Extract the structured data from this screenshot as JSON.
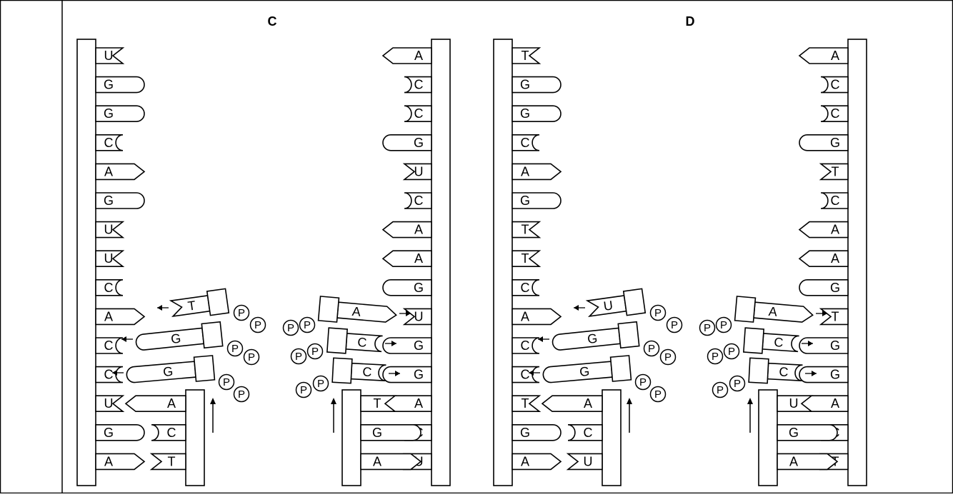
{
  "panels": [
    {
      "label": "C",
      "left_strand": [
        "U",
        "G",
        "G",
        "C",
        "A",
        "G",
        "U",
        "U",
        "C",
        "A",
        "C",
        "C",
        "U",
        "G",
        "A"
      ],
      "right_strand": [
        "A",
        "C",
        "C",
        "G",
        "U",
        "C",
        "A",
        "A",
        "G",
        "U",
        "G",
        "G",
        "A",
        "C",
        "U"
      ],
      "left_primer": [
        "A",
        "C",
        "T"
      ],
      "right_primer": [
        "T",
        "G",
        "A"
      ],
      "left_incoming": [
        "T",
        "G",
        "G"
      ],
      "right_incoming": [
        "A",
        "C",
        "C"
      ],
      "phosphate": "P"
    },
    {
      "label": "D",
      "left_strand": [
        "T",
        "G",
        "G",
        "C",
        "A",
        "G",
        "T",
        "T",
        "C",
        "A",
        "C",
        "C",
        "T",
        "G",
        "A"
      ],
      "right_strand": [
        "A",
        "C",
        "C",
        "G",
        "T",
        "C",
        "A",
        "A",
        "G",
        "T",
        "G",
        "G",
        "A",
        "C",
        "T"
      ],
      "left_primer": [
        "A",
        "C",
        "U"
      ],
      "right_primer": [
        "U",
        "G",
        "A"
      ],
      "left_incoming": [
        "U",
        "G",
        "G"
      ],
      "right_incoming": [
        "A",
        "C",
        "C"
      ],
      "phosphate": "P"
    }
  ]
}
